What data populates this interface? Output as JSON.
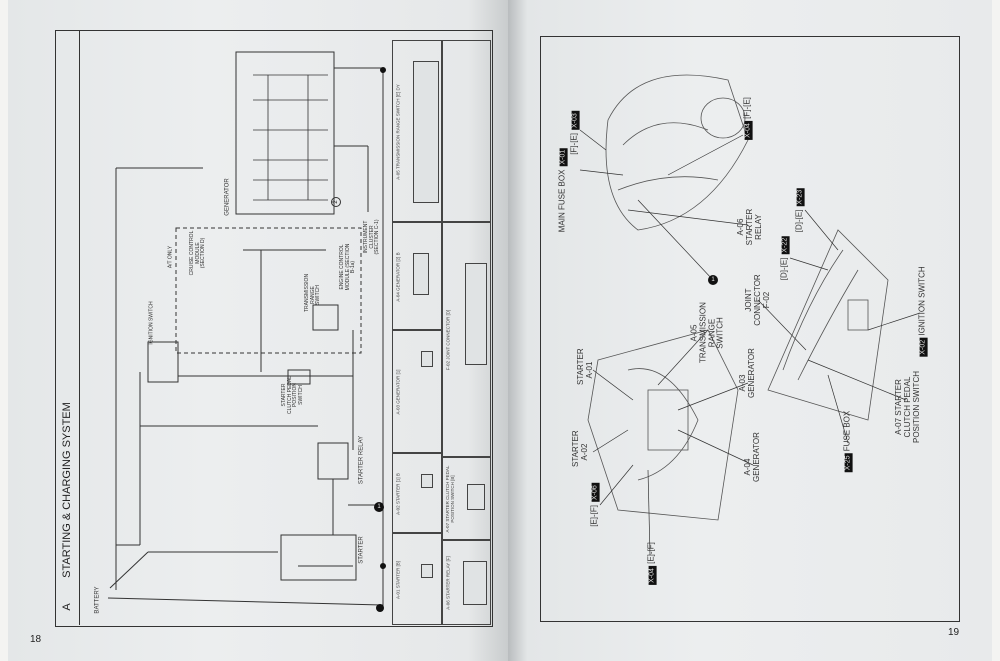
{
  "left_page": {
    "section_letter": "A",
    "title": "STARTING & CHARGING SYSTEM",
    "page_number": "18",
    "components": {
      "battery": "BATTERY",
      "starter": "STARTER",
      "starter_relay": "STARTER RELAY",
      "generator": "GENERATOR",
      "ignition_switch": "IGNITION SWITCH",
      "clutch_switch": "STARTER CLUTCH PEDAL POSITION SWITCH",
      "trans_switch": "TRANSMISSION RANGE SWITCH",
      "cruise": "CRUISE CONTROL MODULE (SECTION D)",
      "ecm": "ENGINE CONTROL MODULE (SECTION B-1a)",
      "cluster": "INSTRUMENT CLUSTER (SECTION C-1)",
      "at_only": "A/T ONLY"
    },
    "connectors": [
      {
        "label": "A-05 TRANSMISSION RANGE SWITCH [E] DY"
      },
      {
        "label": "A-04 GENERATOR [2] B"
      },
      {
        "label": "A-03 GENERATOR [1]"
      },
      {
        "label": "A-02 STARTER [1] B"
      },
      {
        "label": "A-01 STARTER [B]"
      },
      {
        "label": "F-02 JOINT CONNECTOR [D]"
      },
      {
        "label": "A-07 STARTER CLUTCH PEDAL POSITION SWITCH [B]"
      },
      {
        "label": "A-06 STARTER RELAY [F]"
      }
    ]
  },
  "right_page": {
    "page_number": "19",
    "labels": {
      "main_fuse_box": "MAIN FUSE BOX",
      "x01": "X-01",
      "x03_grid": "[F]-[E]",
      "x03": "X-03",
      "x04_top": "X-04",
      "x04_top_grid": "[F]-[E]",
      "a06": "A-06 STARTER RELAY",
      "ground_point": "1",
      "a05": "A-05 TRANSMISSION RANGE SWITCH",
      "a01": "STARTER A-01",
      "a02": "STARTER A-02",
      "a03": "A-03 GENERATOR",
      "a04": "A-04 GENERATOR",
      "x06_grid": "[E]-[F]",
      "x06": "X-06",
      "x04": "X-04",
      "x04_grid": "[E]-[F]",
      "f02": "JOINT CONNECTOR F-02",
      "x22_grid": "[D]-[E]",
      "x22": "X-22",
      "x23_grid": "[D]-[E]",
      "x23": "X-23",
      "x02": "X-02",
      "ignition": "IGNITION SWITCH",
      "a07": "A-07 STARTER CLUTCH PEDAL POSITION SWITCH",
      "x25": "X-25",
      "fuse_box": "FUSE BOX"
    }
  }
}
